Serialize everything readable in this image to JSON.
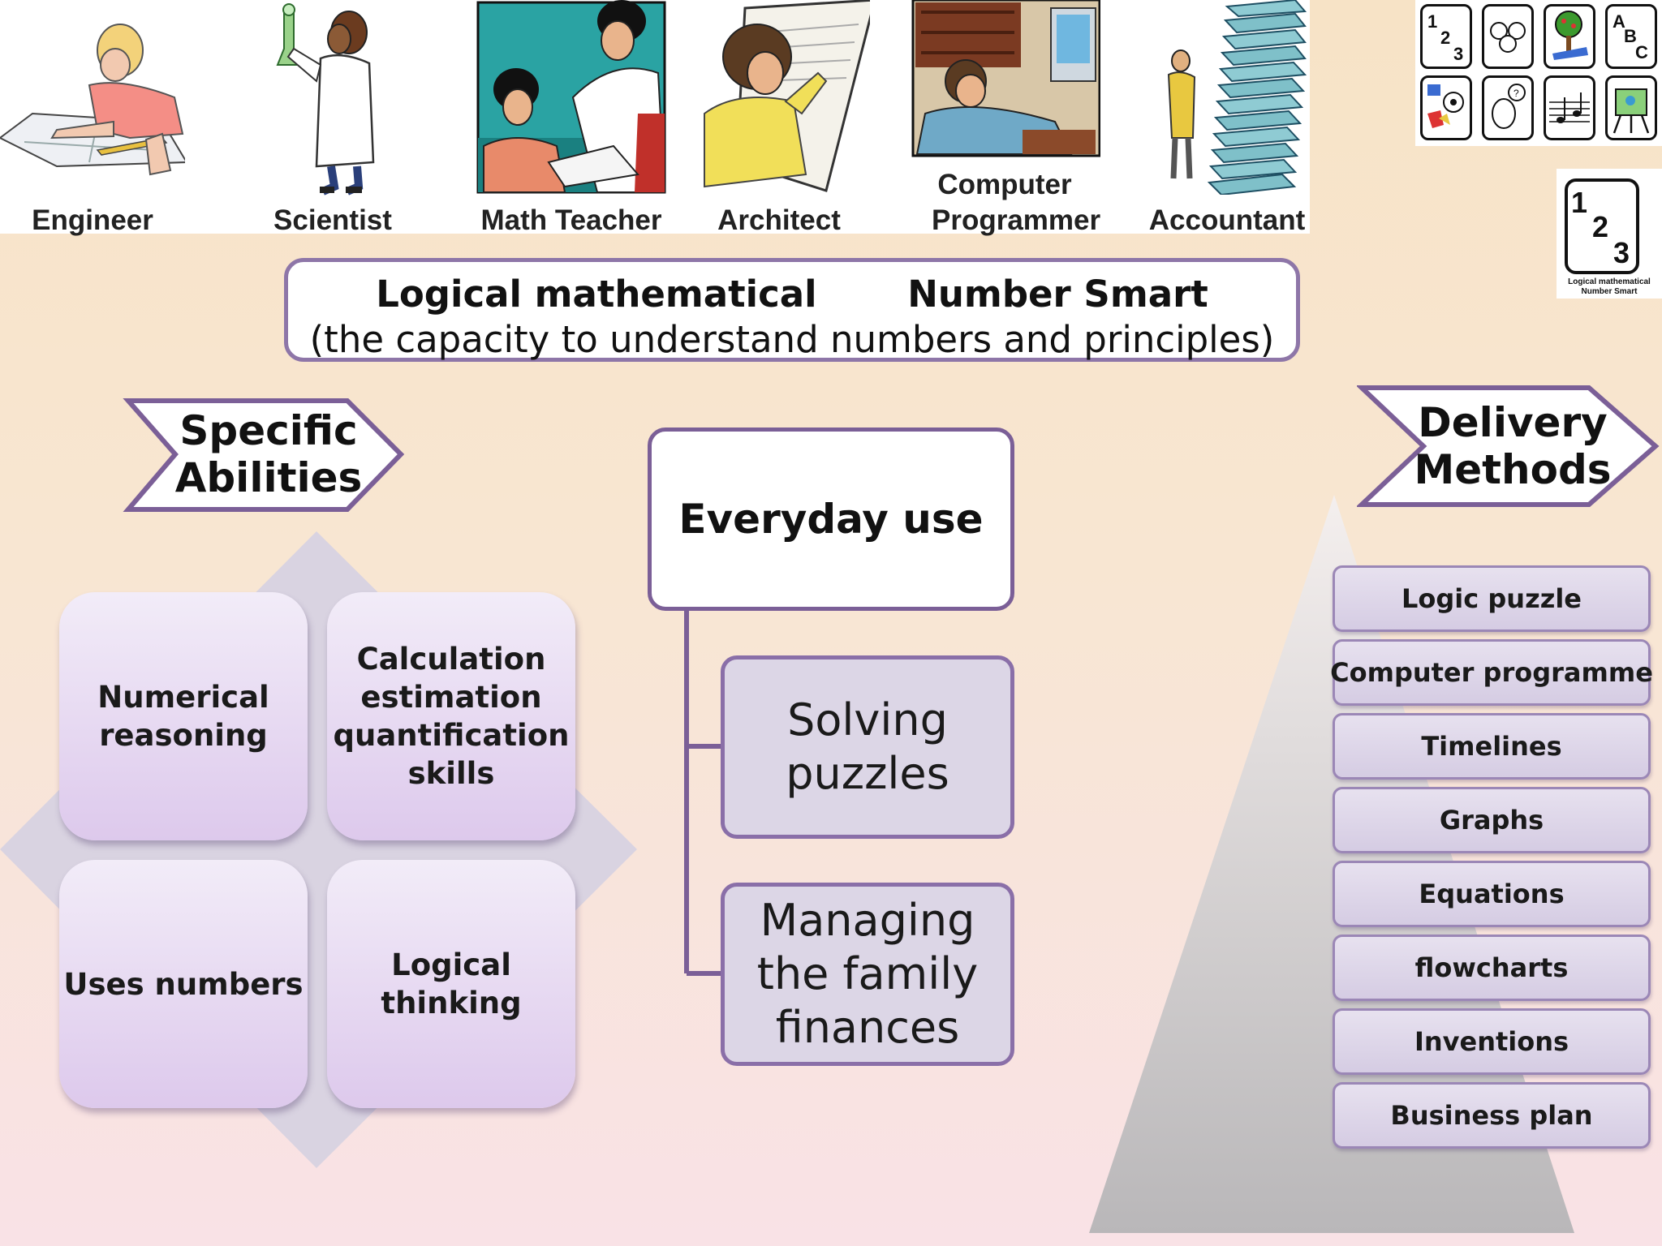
{
  "careers": [
    {
      "label": "Engineer"
    },
    {
      "label": "Scientist"
    },
    {
      "label": "Math Teacher"
    },
    {
      "label": "Architect"
    },
    {
      "label": "Computer Programmer"
    },
    {
      "label": "Accountant"
    }
  ],
  "icon_grid": {
    "tiles": [
      "123",
      "faces",
      "tree",
      "ABC",
      "puzzle-ball",
      "thinking-head",
      "music",
      "easel"
    ],
    "big_tile_caption": "Logical mathematical Number Smart"
  },
  "title": {
    "part1": "Logical mathematical",
    "part2": "Number Smart",
    "subtitle": "(the capacity to understand numbers and principles)"
  },
  "specific_abilities": {
    "header": "Specific Abilities",
    "items": [
      "Numerical reasoning",
      "Calculation estimation quantification skills",
      "Uses numbers",
      "Logical thinking"
    ]
  },
  "everyday_use": {
    "header": "Everyday use",
    "items": [
      "Solving puzzles",
      "Managing the family finances"
    ]
  },
  "delivery_methods": {
    "header": "Delivery Methods",
    "items": [
      "Logic puzzle",
      "Computer programme",
      "Timelines",
      "Graphs",
      "Equations",
      "flowcharts",
      "Inventions",
      "Business plan"
    ]
  }
}
